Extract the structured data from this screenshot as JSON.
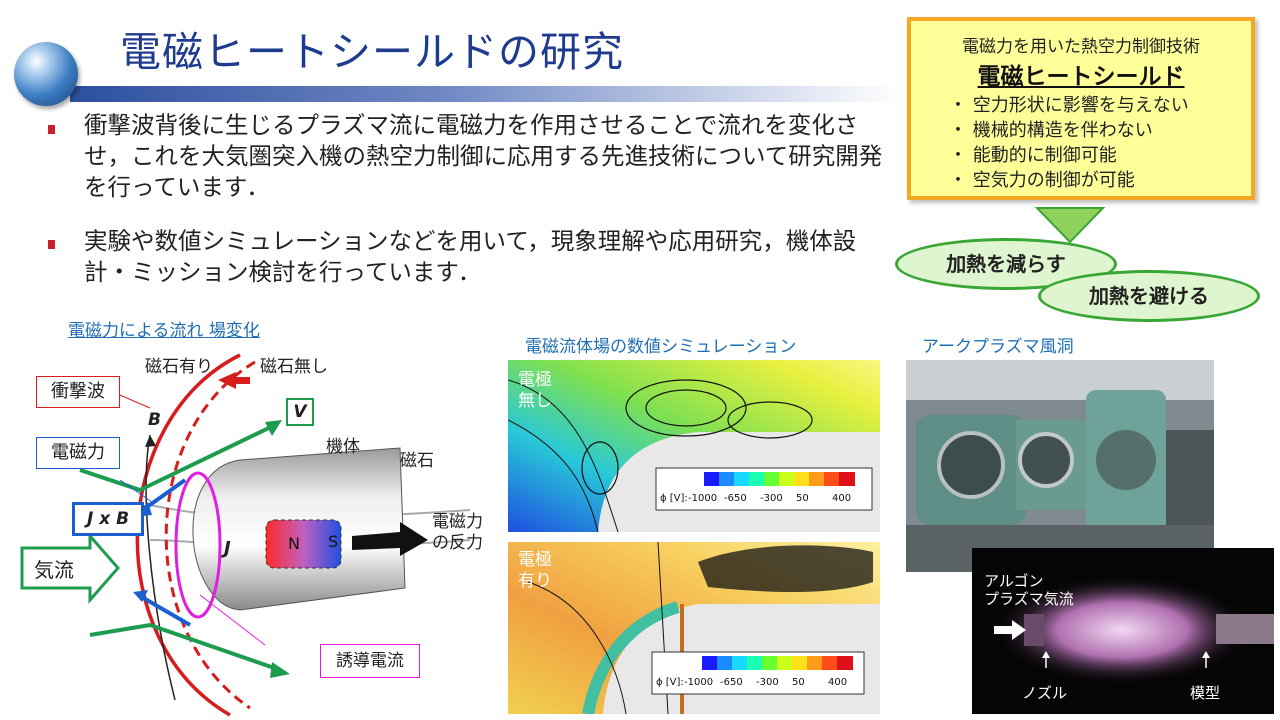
{
  "page": {
    "title": "電磁ヒートシールドの研究"
  },
  "bullets": [
    "衝撃波背後に生じるプラズマ流に電磁力を作用させることで流れを変化させ，これを大気圏突入機の熱空力制御に応用する先進技術について研究開発を行っています．",
    "実験や数値シミュレーションなどを用いて，現象理解や応用研究，機体設計・ミッション検討を行っています．"
  ],
  "feature_box": {
    "subtitle": "電磁力を用いた熱空力制御技術",
    "heading": "電磁ヒートシールド",
    "items": [
      "・ 空力形状に影響を与えない",
      "・ 機械的構造を伴わない",
      "・ 能動的に制御可能",
      "・ 空気力の制御が可能"
    ]
  },
  "benefits": {
    "reduce_heating": "加熱を減らす",
    "avoid_heating": "加熱を避ける"
  },
  "diagram": {
    "caption": "電磁力による流れ 場変化",
    "labels": {
      "with_magnet": "磁石有り",
      "without_magnet": "磁石無し",
      "shock": "衝撃波",
      "em_force": "電磁力",
      "jxb": "J x B",
      "airflow": "気流",
      "B": "B",
      "V": "V",
      "J": "J",
      "body": "機体",
      "magnet": "磁石",
      "N": "N",
      "S": "S",
      "reaction": "電磁力\nの反力",
      "induced_current": "誘導電流"
    }
  },
  "simulation": {
    "caption": "電磁流体場の数値シミュレーション",
    "top": {
      "label": "電極\n無し",
      "legend_var": "ϕ [V]:",
      "legend_ticks": [
        "-1000",
        "-650",
        "-300",
        "50",
        "400"
      ]
    },
    "bottom": {
      "label": "電極\n有り",
      "legend_var": "ϕ [V]:",
      "legend_ticks": [
        "-1000",
        "-650",
        "-300",
        "50",
        "400"
      ]
    }
  },
  "wind_tunnel": {
    "caption": "アークプラズマ風洞",
    "flow_label": "アルゴン\nプラズマ気流",
    "nozzle": "ノズル",
    "model": "模型"
  }
}
